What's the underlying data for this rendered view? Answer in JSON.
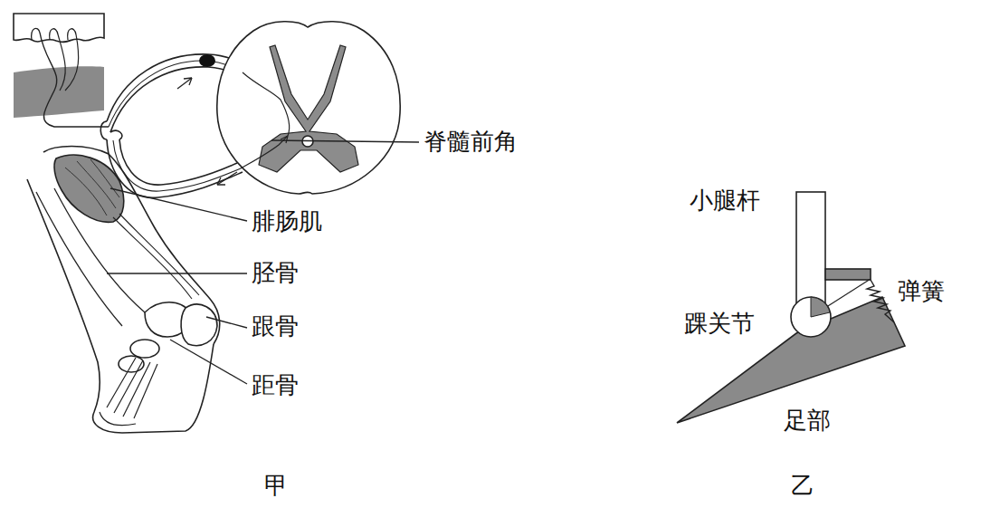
{
  "diagram": {
    "labels": [
      "脊髓前角",
      "腓肠肌",
      "胫骨",
      "跟骨",
      "距骨",
      "甲",
      "小腿杆",
      "弹簧",
      "踝关节",
      "足部",
      "乙"
    ]
  }
}
